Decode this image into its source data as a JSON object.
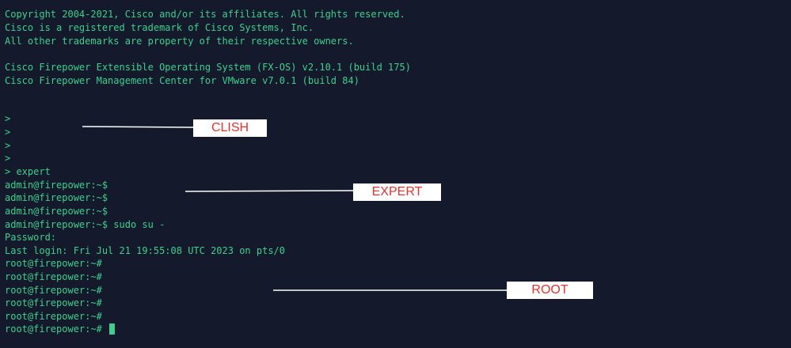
{
  "terminal": {
    "lines": [
      "Copyright 2004-2021, Cisco and/or its affiliates. All rights reserved.",
      "Cisco is a registered trademark of Cisco Systems, Inc.",
      "All other trademarks are property of their respective owners.",
      "",
      "Cisco Firepower Extensible Operating System (FX-OS) v2.10.1 (build 175)",
      "Cisco Firepower Management Center for VMware v7.0.1 (build 84)",
      "",
      "",
      ">",
      ">",
      ">",
      ">",
      "> expert",
      "admin@firepower:~$",
      "admin@firepower:~$",
      "admin@firepower:~$",
      "admin@firepower:~$ sudo su -",
      "Password:",
      "Last login: Fri Jul 21 19:55:08 UTC 2023 on pts/0",
      "root@firepower:~#",
      "root@firepower:~#",
      "root@firepower:~#",
      "root@firepower:~#",
      "root@firepower:~#",
      "root@firepower:~#"
    ]
  },
  "annotations": {
    "clish": "CLISH",
    "expert": "EXPERT",
    "root": "ROOT"
  },
  "colors": {
    "background": "#141a2c",
    "terminal_text": "#3ecf8e",
    "label_text": "#e4332d",
    "label_background": "#ffffff",
    "arrow": "#ffffff"
  }
}
